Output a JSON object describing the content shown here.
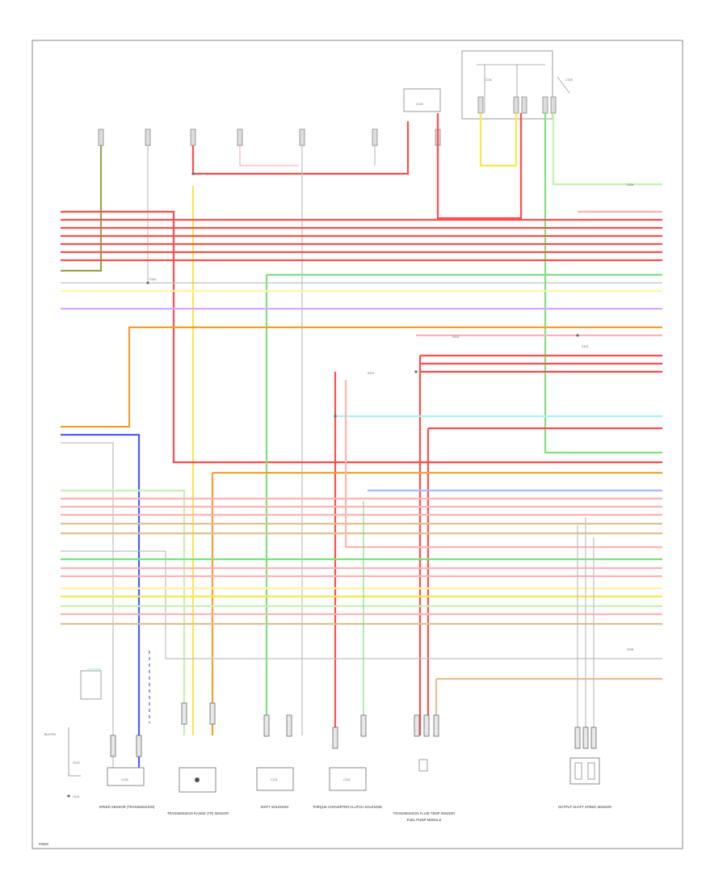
{
  "colors": {
    "border": "#9a9a9a",
    "red": "#ff4d4d",
    "pink": "#ffb3b3",
    "yellow": "#f5e94c",
    "light_yellow": "#fff2a8",
    "green": "#7fe07f",
    "light_green": "#c8f0b0",
    "orange": "#f0a030",
    "blue": "#4a5cff",
    "violet": "#d9a8ff",
    "cyan": "#aaf0f0",
    "gray": "#bfbfbf",
    "tan": "#e0c090",
    "olive": "#a0a050"
  },
  "footer_code": "F0020",
  "bottom_components": [
    "SPEED SENSOR (TRANSMISSION)",
    "TRANSMISSION RANGE (TR) SENSOR",
    "SHIFT SOLENOID",
    "TORQUE CONVERTER CLUTCH SOLENOID",
    "TRANSMISSION FLUID TEMP SENSOR",
    "FUEL PUMP MODULE",
    "OUTPUT SHAFT SPEED SENSOR"
  ],
  "component_codes": [
    "C100",
    "C101",
    "C102",
    "C103",
    "C104",
    "C105"
  ],
  "splice_codes": [
    "S100",
    "S101",
    "S102",
    "S103",
    "S104",
    "S105"
  ],
  "small_labels": [
    "BLK/YEL",
    "G100",
    "G101"
  ]
}
